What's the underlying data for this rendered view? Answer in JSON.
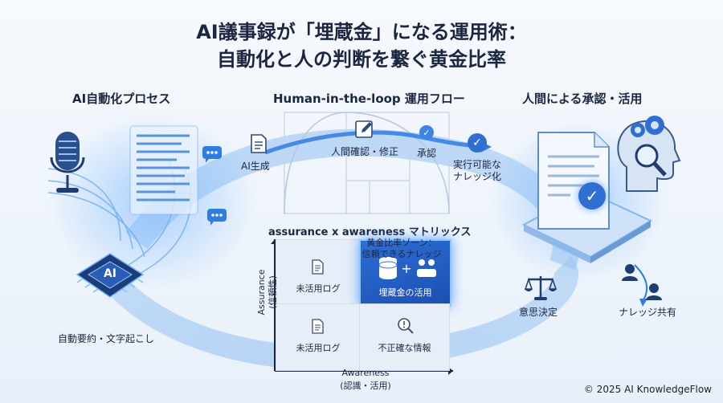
{
  "title": {
    "line1": "AI議事録が「埋蔵金」になる運用術：",
    "line2": "自動化と人の判断を繋ぐ黄金比率"
  },
  "sections": {
    "left": "AI自動化プロセス",
    "center": "Human-in-the-loop 運用フロー",
    "right": "人間による承認・活用"
  },
  "left_panel": {
    "chip_text": "AI",
    "caption": "自動要約・文字起こし"
  },
  "flow": {
    "step1": "AI生成",
    "step2": "人間確認・修正",
    "step3": "承認",
    "step4_line1": "実行可能な",
    "step4_line2": "ナレッジ化"
  },
  "matrix": {
    "title": "assurance x awareness マトリックス",
    "gold_zone_line1": "黄金比率ゾーン：",
    "gold_zone_line2": "信頼できるナレッジ",
    "cell_top_left": "未活用ログ",
    "cell_top_right": "埋蔵金の活用",
    "cell_bottom_left": "未活用ログ",
    "cell_bottom_right": "不正確な情報",
    "y_axis_line1": "Assurance",
    "y_axis_line2": "(信頼性)",
    "x_axis_line1": "Awareness",
    "x_axis_line2": "(認識・活用)"
  },
  "right_panel": {
    "decision": "意思決定",
    "sharing": "ナレッジ共有"
  },
  "footer": {
    "copyright": "© 2025 AI KnowledgeFlow"
  },
  "colors": {
    "accent": "#2f7de1",
    "glow": "#7fc0ff",
    "dark_text": "#1b2640",
    "gold_zone": "#1c4fb0"
  }
}
